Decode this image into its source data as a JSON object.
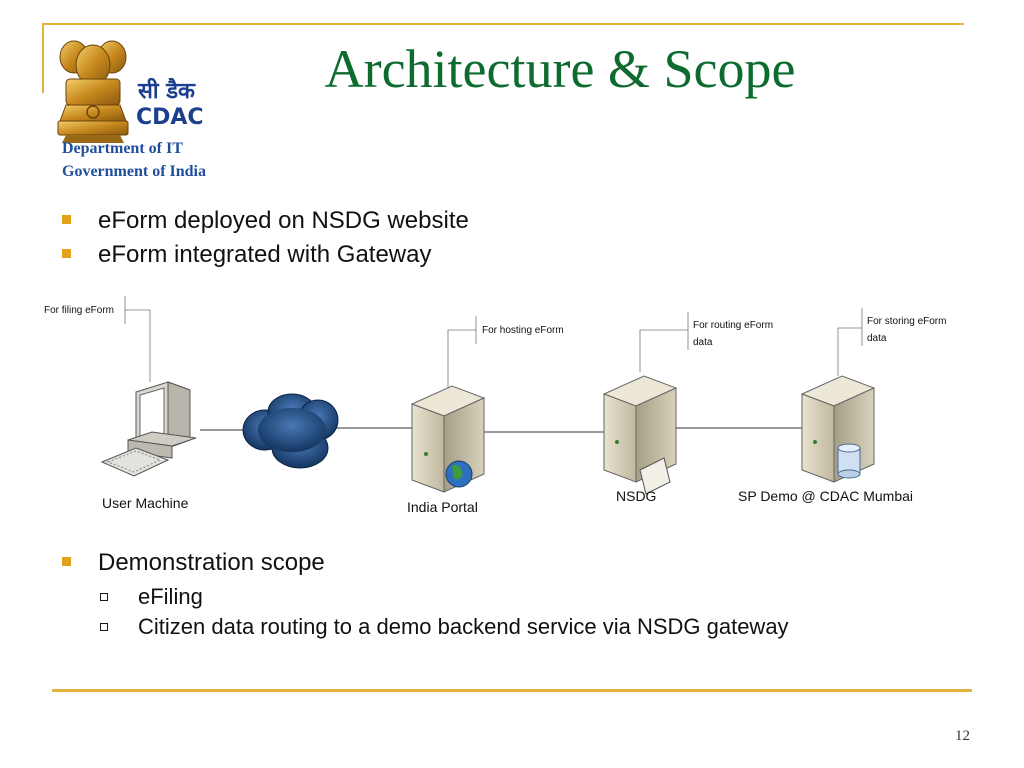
{
  "header": {
    "title": "Architecture & Scope",
    "logo_hindi": "सी डैक",
    "logo_text": "CDAC",
    "department_lines": [
      "Department of IT",
      "Government of India"
    ]
  },
  "bullets_top": [
    "eForm deployed on NSDG website",
    "eForm integrated with Gateway"
  ],
  "diagram": {
    "nodes": [
      {
        "label": "User Machine",
        "callout": [
          "For filing eForm"
        ],
        "icon": "desktop-computer-icon"
      },
      {
        "label": "",
        "callout": [],
        "icon": "internet-cloud-icon"
      },
      {
        "label": "India Portal",
        "callout": [
          "For hosting eForm"
        ],
        "icon": "web-server-icon"
      },
      {
        "label": "NSDG",
        "callout": [
          "For routing eForm",
          "data"
        ],
        "icon": "gateway-server-icon"
      },
      {
        "label": "SP Demo @ CDAC Mumbai",
        "callout": [
          "For storing eForm",
          "data"
        ],
        "icon": "database-server-icon"
      }
    ]
  },
  "scope": {
    "heading": "Demonstration scope",
    "items": [
      "eFiling",
      "Citizen data routing to a demo backend service via NSDG gateway"
    ]
  },
  "footer": {
    "page_number": "12"
  },
  "colors": {
    "title": "#0e6b2f",
    "accent": "#e3b23c",
    "bullet": "#e3a21a",
    "department": "#1f4e9c"
  }
}
